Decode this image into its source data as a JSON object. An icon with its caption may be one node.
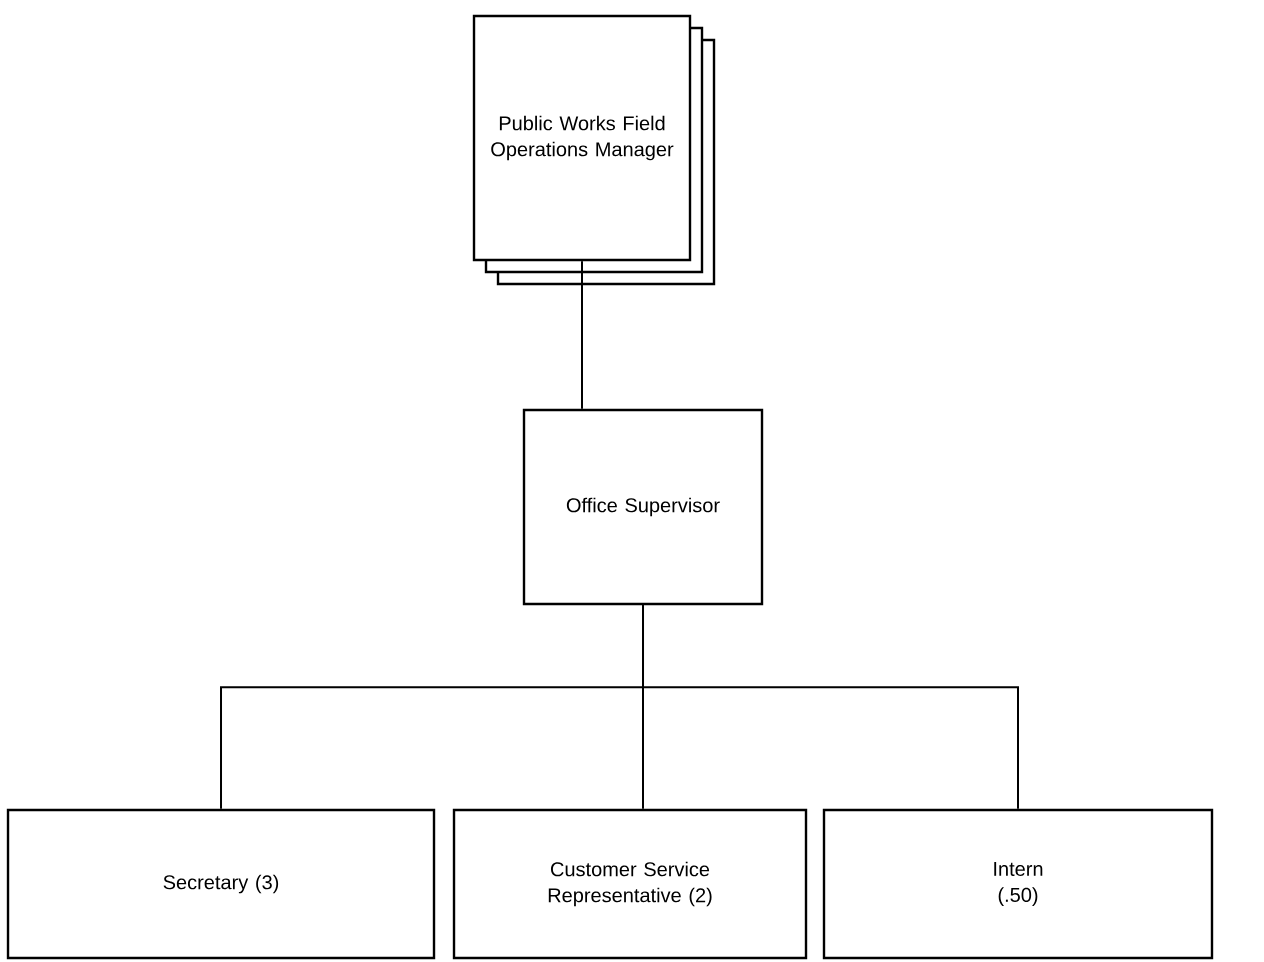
{
  "diagram": {
    "nodes": [
      {
        "text": [
          "Public Works Field Operations Manager"
        ]
      },
      {
        "text": [
          "Office Supervisor"
        ]
      },
      {
        "text": [
          "Secretary (3)"
        ]
      },
      {
        "text": [
          "Customer Service Representative (2)"
        ]
      },
      {
        "text": [
          "Intern (.50)"
        ]
      }
    ],
    "edges": [
      {
        "from": 0,
        "to": 1,
        "arrow": "none"
      },
      {
        "from": 1,
        "to": 2,
        "arrow": "none"
      },
      {
        "from": 1,
        "to": 3,
        "arrow": "none"
      },
      {
        "from": 1,
        "to": 4,
        "arrow": "none"
      }
    ]
  }
}
